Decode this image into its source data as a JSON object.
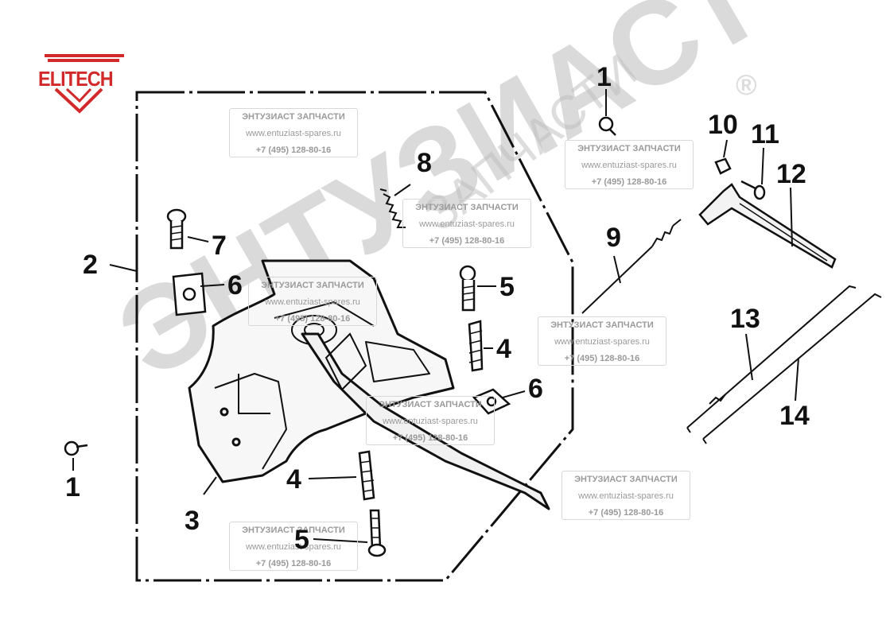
{
  "logo": {
    "text": "ELITECH",
    "color": "#d22a2a"
  },
  "watermark": {
    "big_text": "ЭНТУЗИАСТ",
    "arc_text": "ЗАПЧАСТИ",
    "registered": "®",
    "box_title": "ЭНТУЗИАСТ ЗАПЧАСТИ",
    "box_url": "www.entuziast-spares.ru",
    "box_phone": "+7 (495) 128-80-16"
  },
  "callouts": {
    "c1_top": "1",
    "c1_left": "1",
    "c2": "2",
    "c3": "3",
    "c4_upper": "4",
    "c4_lower": "4",
    "c5_upper": "5",
    "c5_lower": "5",
    "c6_left": "6",
    "c6_right": "6",
    "c7": "7",
    "c8": "8",
    "c9": "9",
    "c10": "10",
    "c11": "11",
    "c12": "12",
    "c13": "13",
    "c14": "14"
  }
}
